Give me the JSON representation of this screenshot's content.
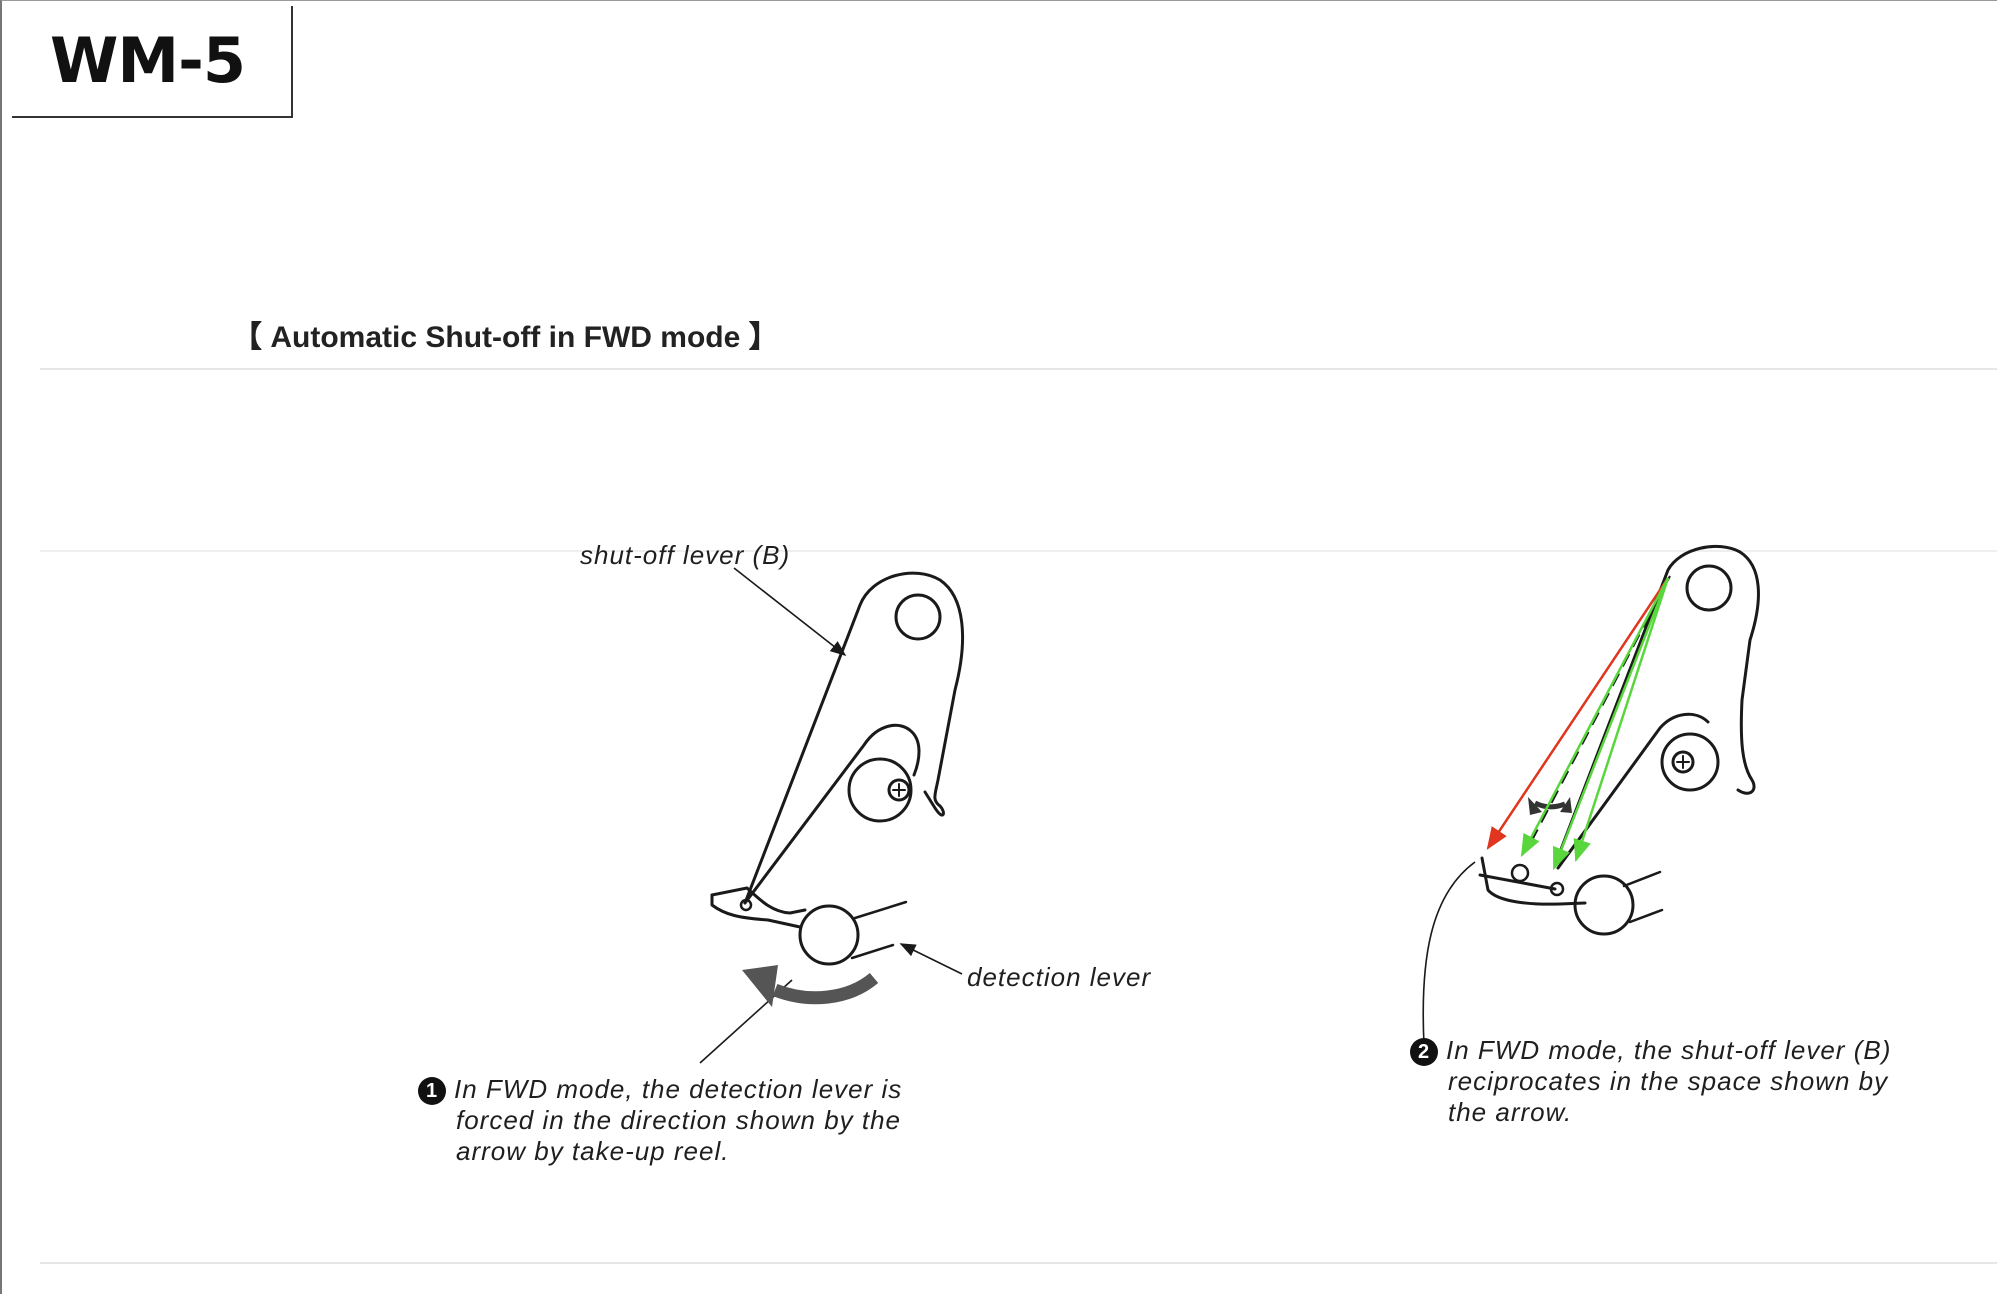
{
  "header": {
    "model": "WM-5"
  },
  "section": {
    "title": "Automatic Shut-off in FWD mode",
    "bracket_open": "【",
    "bracket_close": "】"
  },
  "figure1": {
    "label_shutoff_lever": "shut-off lever (B)",
    "label_detection_lever": "detection lever",
    "step_number": "1",
    "note_lines": [
      "In FWD mode, the detection lever is",
      "forced in the direction shown by the",
      "arrow by take-up reel."
    ]
  },
  "figure2": {
    "step_number": "2",
    "note_lines": [
      "In FWD mode, the shut-off lever (B)",
      "reciprocates in the space shown by",
      "the arrow."
    ]
  },
  "colors": {
    "ink": "#1a1a1a",
    "motion_arrow": "#555555",
    "red_annotation": "#e0351f",
    "green_annotation": "#58d63c"
  }
}
